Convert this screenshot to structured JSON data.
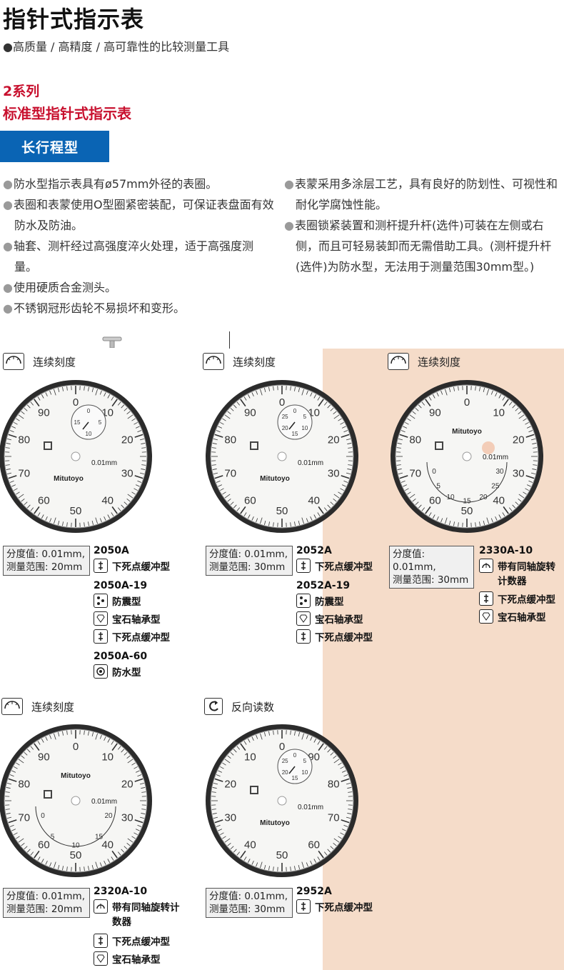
{
  "title": "指针式指示表",
  "subtitle": "●高质量 / 高精度 / 高可靠性的比较测量工具",
  "series": "2系列",
  "series_sub": "标准型指针式指示表",
  "badge": "长行程型",
  "features_left": [
    "防水型指示表具有ø57mm外径的表圈。",
    "表圈和表蒙使用O型圈紧密装配，可保证表盘面有效防水及防油。",
    "轴套、测杆经过高强度淬火处理，适于高强度测量。",
    "使用硬质合金测头。",
    "不锈钢冠形齿轮不易损坏和变形。"
  ],
  "features_right": [
    "表蒙采用多涂层工艺，具有良好的防划性、可视性和耐化学腐蚀性能。",
    "表圈锁紧装置和测杆提升杆(选件)可装在左侧或右侧，而且可轻易装卸而无需借助工具。(测杆提升杆(选件)为防水型，无法用于测量范围30mm型。)"
  ],
  "labels": {
    "continuous": "连续刻度",
    "reverse": "反向读数",
    "brand": "Mitutoyo",
    "resolution": "0.01mm"
  },
  "products": [
    {
      "spec1": "分度值: 0.01mm,",
      "spec2": "测量范围: 20mm",
      "models": [
        {
          "name": "2050A",
          "feats": [
            {
              "icon": "bottom-dead-center-icon",
              "text": "下死点缓冲型"
            }
          ]
        },
        {
          "name": "2050A-19",
          "feats": [
            {
              "icon": "shockproof-icon",
              "text": "防震型"
            },
            {
              "icon": "jewel-bearing-icon",
              "text": "宝石轴承型"
            },
            {
              "icon": "bottom-dead-center-icon",
              "text": "下死点缓冲型"
            }
          ]
        },
        {
          "name": "2050A-60",
          "feats": [
            {
              "icon": "waterproof-icon",
              "text": "防水型"
            }
          ]
        }
      ]
    },
    {
      "spec1": "分度值: 0.01mm,",
      "spec2": "测量范围: 30mm",
      "models": [
        {
          "name": "2052A",
          "feats": [
            {
              "icon": "bottom-dead-center-icon",
              "text": "下死点缓冲型"
            }
          ]
        },
        {
          "name": "2052A-19",
          "feats": [
            {
              "icon": "shockproof-icon",
              "text": "防震型"
            },
            {
              "icon": "jewel-bearing-icon",
              "text": "宝石轴承型"
            },
            {
              "icon": "bottom-dead-center-icon",
              "text": "下死点缓冲型"
            }
          ]
        }
      ]
    },
    {
      "spec1": "分度值: 0.01mm,",
      "spec2": "测量范围: 30mm",
      "models": [
        {
          "name": "2330A-10",
          "feats": [
            {
              "icon": "revolution-counter-icon",
              "text": "带有同轴旋转计数器"
            },
            {
              "icon": "bottom-dead-center-icon",
              "text": "下死点缓冲型"
            },
            {
              "icon": "jewel-bearing-icon",
              "text": "宝石轴承型"
            }
          ]
        }
      ]
    },
    {
      "spec1": "分度值: 0.01mm,",
      "spec2": "测量范围: 20mm",
      "models": [
        {
          "name": "2320A-10",
          "feats": [
            {
              "icon": "revolution-counter-icon",
              "text": "带有同轴旋转计数器"
            },
            {
              "icon": "bottom-dead-center-icon",
              "text": "下死点缓冲型"
            },
            {
              "icon": "jewel-bearing-icon",
              "text": "宝石轴承型"
            }
          ]
        }
      ]
    },
    {
      "spec1": "分度值: 0.01mm,",
      "spec2": "测量范围: 30mm",
      "models": [
        {
          "name": "2952A",
          "feats": [
            {
              "icon": "bottom-dead-center-icon",
              "text": "下死点缓冲型"
            }
          ]
        }
      ]
    }
  ],
  "dial_numbers": {
    "normal": [
      "0",
      "10",
      "20",
      "30",
      "40",
      "50",
      "60",
      "70",
      "80",
      "90"
    ],
    "reverse": [
      "0",
      "90",
      "80",
      "70",
      "60",
      "50",
      "40",
      "30",
      "20",
      "10"
    ]
  },
  "sub_dials": [
    {
      "labels": [
        "0",
        "5",
        "10",
        "15"
      ]
    },
    {
      "labels": [
        "0",
        "5",
        "10",
        "15",
        "20",
        "25"
      ]
    },
    {
      "labels": [
        "0",
        "5",
        "10",
        "15",
        "20",
        "25",
        "30"
      ]
    },
    {
      "labels": [
        "0",
        "5",
        "10",
        "15",
        "20"
      ]
    },
    {
      "labels": [
        "0",
        "5",
        "10",
        "15",
        "20",
        "25"
      ]
    }
  ]
}
